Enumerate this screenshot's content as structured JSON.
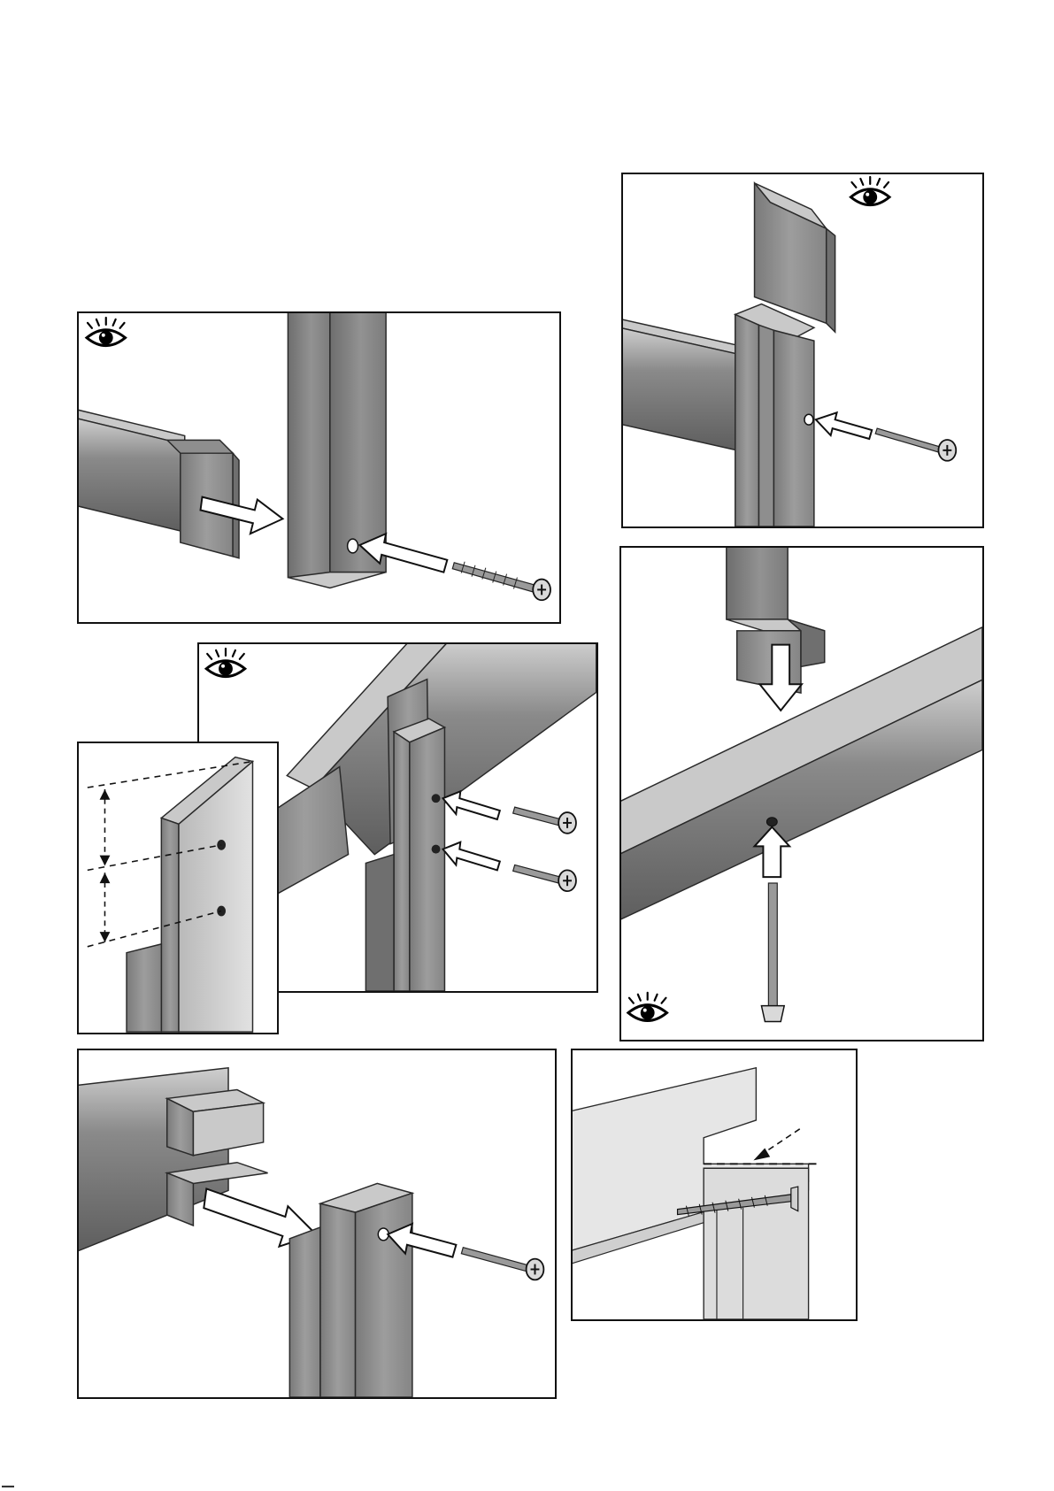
{
  "figure": {
    "panels": [
      {
        "id": "p1",
        "description_icon": "eye-icon",
        "screws": 1,
        "arrows": 2
      },
      {
        "id": "p2",
        "description_icon": "eye-icon",
        "screws": 1,
        "arrows": 1
      },
      {
        "id": "p3",
        "description_icon": "eye-icon",
        "screws": 1,
        "arrows": 2
      },
      {
        "id": "p4",
        "description_icon": "eye-icon",
        "screws": 2,
        "arrows": 2
      },
      {
        "id": "p5",
        "description_icon": "none",
        "screws": 0,
        "arrows": 0
      },
      {
        "id": "p6",
        "description_icon": "none",
        "screws": 1,
        "arrows": 2
      },
      {
        "id": "p7",
        "description_icon": "none",
        "screws": 1,
        "arrows": 1
      }
    ],
    "colors": {
      "wood": "#8a8a8a",
      "border": "#111111",
      "arrow_fill": "#ffffff"
    }
  },
  "footer": {
    "mark": "▬▬"
  }
}
